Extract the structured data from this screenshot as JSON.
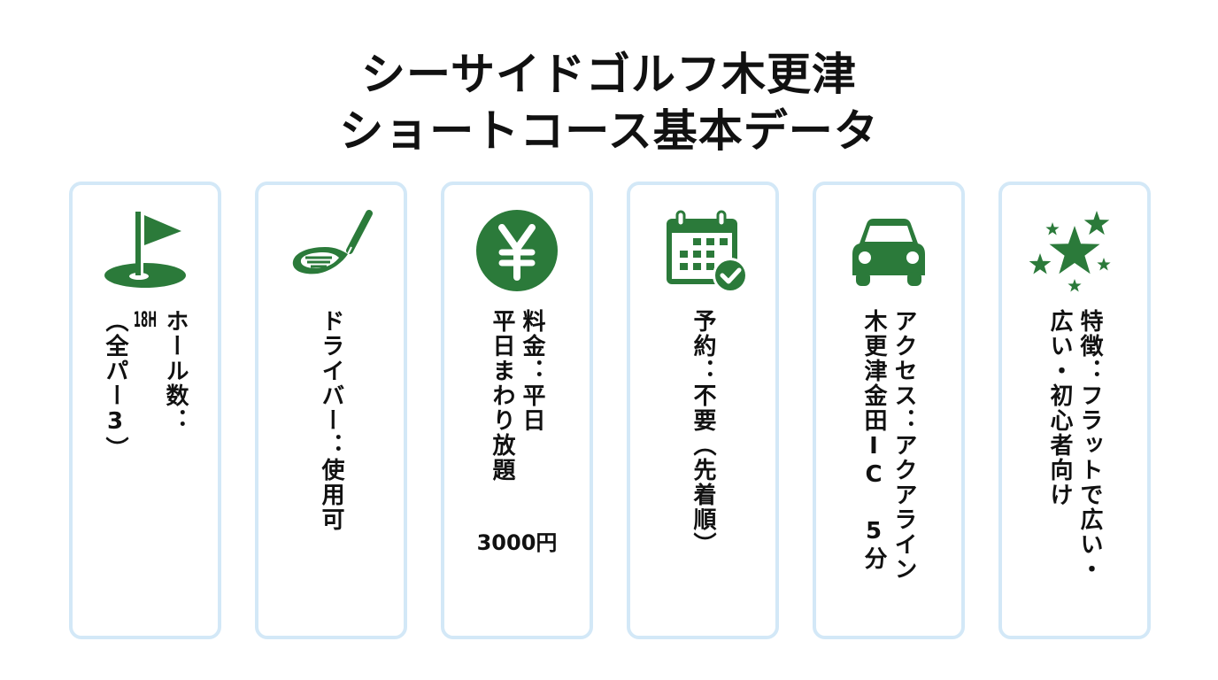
{
  "title": {
    "line1": "シーサイドゴルフ木更津",
    "line2": "ショートコース基本データ"
  },
  "colors": {
    "accent_green": "#2b7a3a",
    "card_border": "#d3e8f7",
    "text": "#111111",
    "background": "#ffffff"
  },
  "cards": [
    {
      "icon": "golf-flag-icon",
      "lines": [
        "ホール数：",
        "18H",
        "（全パー3）"
      ]
    },
    {
      "icon": "golf-driver-icon",
      "lines": [
        "ドライバー：使用可"
      ]
    },
    {
      "icon": "yen-coin-icon",
      "lines": [
        "料金：平日",
        "平日まわり放題",
        "3000円"
      ]
    },
    {
      "icon": "calendar-check-icon",
      "lines": [
        "予約：不要（先着順）"
      ]
    },
    {
      "icon": "car-icon",
      "lines": [
        "アクセス：アクアライン",
        "木更津金田IC 5分"
      ]
    },
    {
      "icon": "stars-icon",
      "lines": [
        "特徴：フラットで広い・",
        "広い・初心者向け"
      ]
    }
  ]
}
